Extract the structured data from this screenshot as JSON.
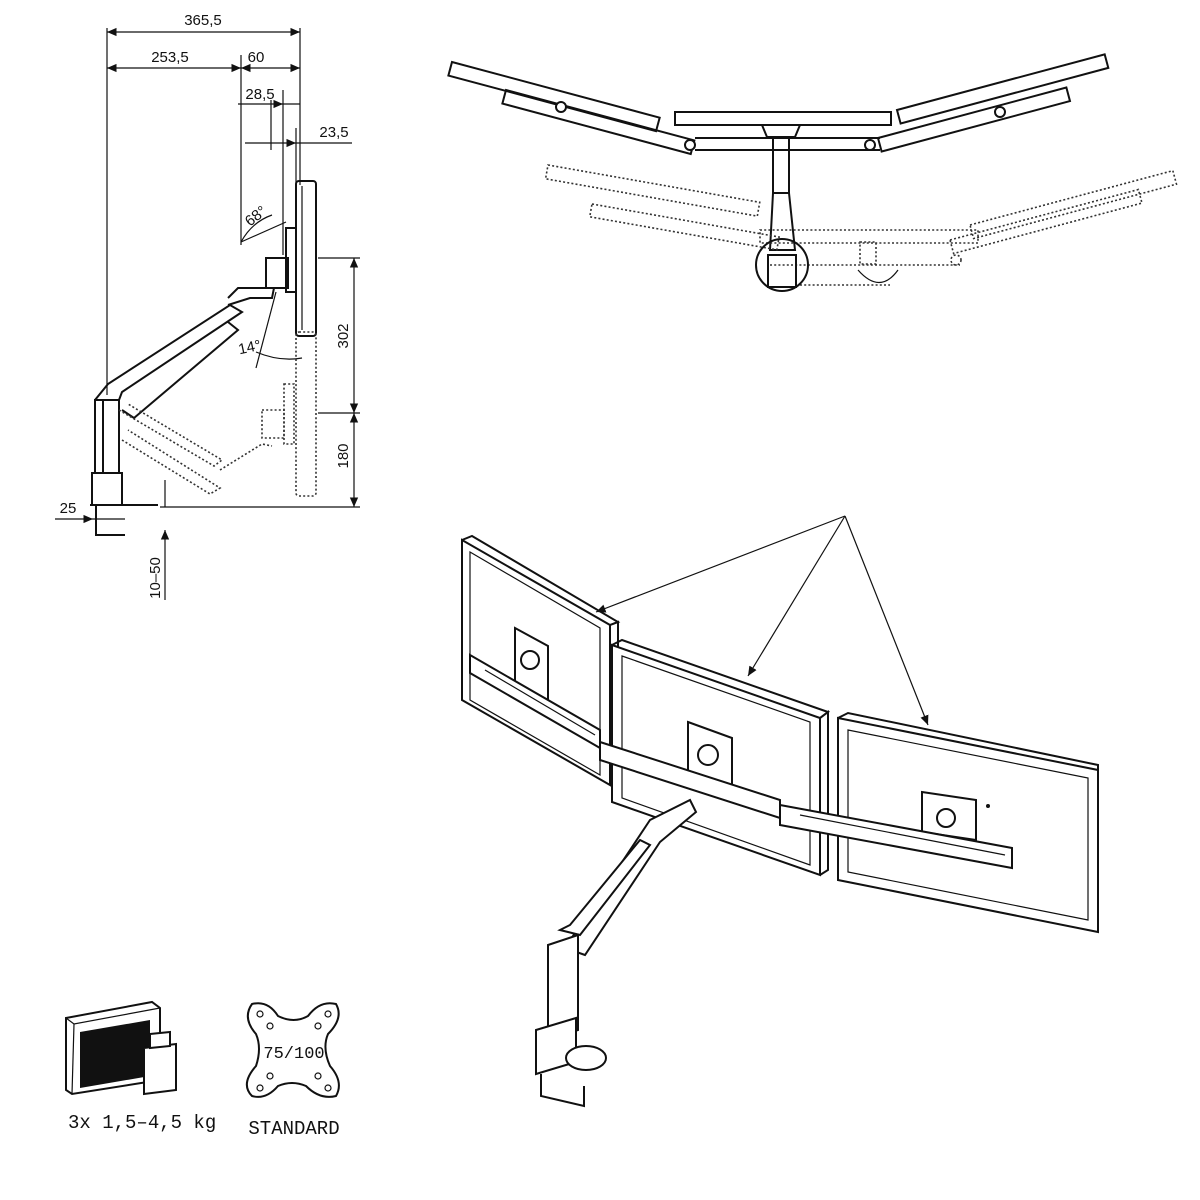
{
  "side_view": {
    "dim_overall_width": "365,5",
    "dim_base_to_pivot": "253,5",
    "dim_pivot_width": "60",
    "dim_head_offset": "28,5",
    "dim_screen_depth": "23,5",
    "angle_tilt": "68°",
    "angle_back": "14°",
    "dim_height_up": "302",
    "dim_height_down": "180",
    "dim_clamp_offset": "25",
    "dim_desk_thickness": "10–50"
  },
  "badges": {
    "weight_label": "3x  1,5–4,5  kg",
    "vesa_sizes": "75/100",
    "vesa_label": "STANDARD"
  }
}
